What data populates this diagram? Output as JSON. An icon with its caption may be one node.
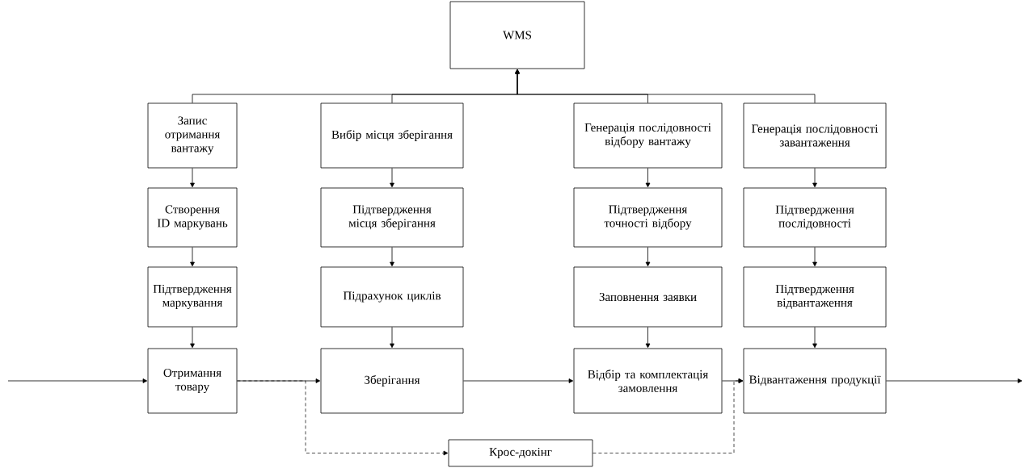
{
  "diagram": {
    "nodes": [
      {
        "text": [
          "WMS"
        ]
      },
      {
        "text": [
          "Запис отримання вантажу"
        ]
      },
      {
        "text": [
          "Вибір місця зберігання"
        ]
      },
      {
        "text": [
          "Генерація послідовності відбору вантажу"
        ]
      },
      {
        "text": [
          "Генерація послідовності завантаження"
        ]
      },
      {
        "text": [
          "Створення ID маркувань"
        ]
      },
      {
        "text": [
          "Підтвердження місця зберігання"
        ]
      },
      {
        "text": [
          "Підтвердження точності відбору"
        ]
      },
      {
        "text": [
          "Підтвердження послідовності"
        ]
      },
      {
        "text": [
          "Підтвердження маркування"
        ]
      },
      {
        "text": [
          "Підрахунок циклів"
        ]
      },
      {
        "text": [
          "Заповнення заявки"
        ]
      },
      {
        "text": [
          "Підтвердження відвантаження"
        ]
      },
      {
        "text": [
          "Отримання товару"
        ]
      },
      {
        "text": [
          "Зберігання"
        ]
      },
      {
        "text": [
          "Відбір та комплектація замовлення"
        ]
      },
      {
        "text": [
          "Відвантаження продукції"
        ]
      },
      {
        "text": [
          "Крос-докінг"
        ]
      }
    ],
    "edges": [
      {
        "from": 1,
        "to": 0,
        "arrow": "to"
      },
      {
        "from": 2,
        "to": 0,
        "arrow": "to"
      },
      {
        "from": 3,
        "to": 0,
        "arrow": "to"
      },
      {
        "from": 4,
        "to": 0,
        "arrow": "to"
      },
      {
        "from": 1,
        "to": 5,
        "arrow": "to"
      },
      {
        "from": 5,
        "to": 9,
        "arrow": "to"
      },
      {
        "from": 9,
        "to": 13,
        "arrow": "to"
      },
      {
        "from": 2,
        "to": 6,
        "arrow": "to"
      },
      {
        "from": 6,
        "to": 10,
        "arrow": "to"
      },
      {
        "from": 10,
        "to": 14,
        "arrow": "to"
      },
      {
        "from": 3,
        "to": 7,
        "arrow": "to"
      },
      {
        "from": 7,
        "to": 11,
        "arrow": "to"
      },
      {
        "from": 11,
        "to": 15,
        "arrow": "to"
      },
      {
        "from": 4,
        "to": 8,
        "arrow": "to"
      },
      {
        "from": 8,
        "to": 12,
        "arrow": "to"
      },
      {
        "from": 12,
        "to": 16,
        "arrow": "to"
      },
      {
        "from": null,
        "to": 13,
        "arrow": "to"
      },
      {
        "from": 13,
        "to": 14,
        "arrow": "to"
      },
      {
        "from": 14,
        "to": 15,
        "arrow": "to"
      },
      {
        "from": 15,
        "to": 16,
        "arrow": "to"
      },
      {
        "from": 16,
        "to": null,
        "arrow": "to"
      },
      {
        "from": 13,
        "to": 17,
        "arrow": "to",
        "style": "dashed"
      },
      {
        "from": 17,
        "to": 16,
        "arrow": "to",
        "style": "dashed"
      }
    ]
  }
}
